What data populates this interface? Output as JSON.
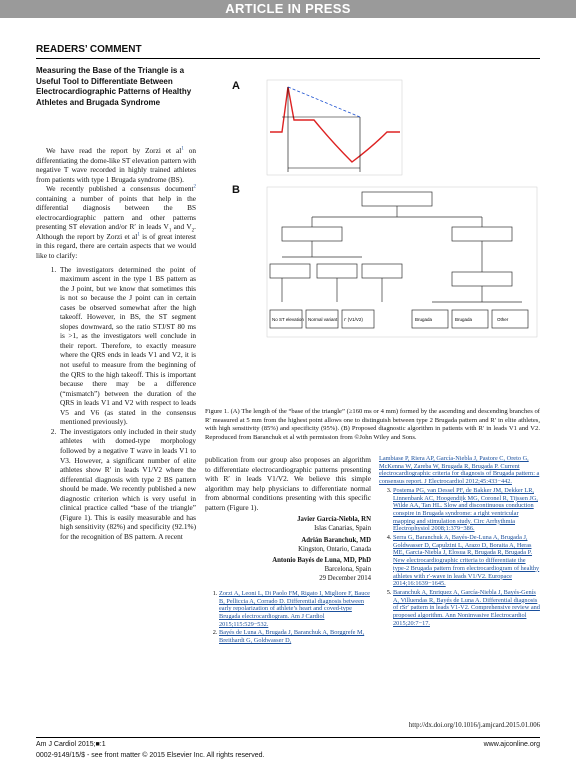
{
  "banner": "ARTICLE IN PRESS",
  "section": "READERS’ COMMENT",
  "title": "Measuring the Base of the Triangle is a Useful Tool to Differentiate Between Electrocardiographic Patterns of Healthy Athletes and Brugada Syndrome",
  "intro1": "We have read the report by Zorzi et al",
  "intro1b": " on differentiating the dome-like ST elevation pattern with negative T wave recorded in highly trained athletes from patients with type 1 Brugada syndrome (BS).",
  "intro2a": "We recently published a consensus document",
  "intro2b": " containing a number of points that help in the differential diagnosis between the BS electrocardiographic pattern and other patterns presenting ST elevation and/or R′ in leads V",
  "intro2c": " and V",
  "intro2d": ". Although the report by Zorzi et al",
  "intro2e": " is of great interest in this regard, there are certain aspects that we would like to clarify:",
  "item1": "The investigators determined the point of maximum ascent in the type 1 BS pattern as the J point, but we know that sometimes this is not so because the J point can in certain cases be observed somewhat after the high takeoff. However, in BS, the ST segment slopes downward, so the ratio STJ/ST 80 ms is >1, as the investigators well conclude in their report. Therefore, to exactly measure where the QRS ends in leads V1 and V2, it is not useful to measure from the beginning of the QRS to the high takeoff. This is important because there may be a difference (“mismatch”) between the duration of the QRS in leads V1 and V2 with respect to leads V5 and V6 (as stated in the consensus mentioned previously).",
  "item2": "The investigators only included in their study athletes with domed-type morphology followed by a negative T wave in leads V1 to V3. However, a significant number of elite athletes show R′ in leads V1/V2 where the differential diagnosis with type 2 BS pattern should be made. We recently published a new diagnostic criterion which is very useful in clinical practice called “base of the triangle” (Figure 1). This is easily measurable and has high sensitivity (82%) and specificity (92.1%) for the recognition of BS pattern. A recent",
  "col2_text": "publication from our group also proposes an algorithm to differentiate electrocardiographic patterns presenting with R′ in leads V1/V2. We believe this simple algorithm may help physicians to differentiate normal from abnormal conditions presenting with this specific pattern (Figure 1).",
  "authors": [
    {
      "name": "Javier García-Niebla, RN",
      "place": "Islas Canarias, Spain"
    },
    {
      "name": "Adrián Baranchuk, MD",
      "place": "Kingston, Ontario, Canada"
    },
    {
      "name": "Antonio Bayés de Luna, MD, PhD",
      "place": "Barcelona, Spain"
    }
  ],
  "date": "29 December 2014",
  "refs_col2": [
    "Zorzi A, Leoni L, Di Paolo FM, Rigato I, Migliore F, Bauce B, Pelliccia A, Corrado D. Differential diagnosis between early repolarization of athlete’s heart and coved-type Brugada electrocardiogram. Am J Cardiol 2015;115:529−532.",
    "Bayés de Luna A, Brugada J, Baranchuk A, Borggrefe M, Breithardt G, Goldwasser D,"
  ],
  "refs_col3": [
    "Lambiase P, Riera AP, García-Niebla J, Pastore C, Oreto G, McKenna W, Zareba W, Brugada R, Brugada P. Current electrocardiographic criteria for diagnosis of Brugada pattern: a consensus report. J Electrocardiol 2012;45:433−442.",
    "Postema PG, van Dessel PF, de Bakker JM, Dekker LR, Linnenbank AC, Hoogendijk MG, Coronel R, Tijssen JG, Wilde AA, Tan HL. Slow and discontinuous conduction conspire in Brugada syndrome: a right ventricular mapping and stimulation study. Circ Arrhythmia Electrophysiol 2008;1:379−386.",
    "Serra G, Baranchuk A, Bayés-De-Luna A, Brugada J, Goldwasser D, Capulzini L, Arazo D, Boraita A, Heras ME, Garcia-Niebla J, Elosua R, Brugada R, Brugada P. New electrocardiographic criteria to differentiate the type-2 Brugada pattern from electrocardiogram of healthy athletes with r′-wave in leads V1/V2. Europace 2014;16:1639−1645.",
    "Baranchuk A, Enriquez A, García-Niebla J, Bayés-Genís A, Villuendas R, Bayés de Luna A. Differential diagnosis of rSr′ pattern in leads V1-V2. Comprehensive review and proposed algorithm. Ann Noninvasive Electrocardiol 2015;20:7−17."
  ],
  "doi": "http://dx.doi.org/10.1016/j.amjcard.2015.01.006",
  "caption": "Figure 1. (A) The length of the “base of the triangle” (≥160 ms or 4 mm) formed by the ascending and descending branches of R′ measured at 5 mm from the highest point allows one to distinguish between type 2 Brugada pattern and R′ in elite athletes, with high sensitivity (85%) and specificity (95%). (B) Proposed diagnostic algorithm in patients with R′ in leads V1 and V2. Reproduced from Baranchuk et al with permission from ©John Wiley and Sons.",
  "figure": {
    "panel_a": "A",
    "panel_b": "B",
    "leaves": [
      "No ST elevation",
      "Normal variant",
      "r′ (V1/V2)",
      "Brugada",
      "Brugada",
      "Other"
    ]
  },
  "footer": {
    "journal": "Am J Cardiol 2015;■:1",
    "copyright": "0002-9149/15/$ - see front matter © 2015 Elsevier Inc. All rights reserved.",
    "url": "www.ajconline.org"
  }
}
